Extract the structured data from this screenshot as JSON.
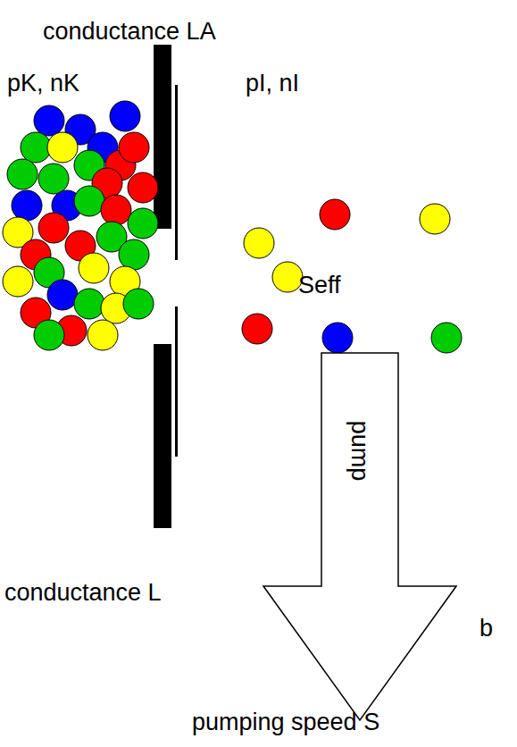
{
  "diagram": {
    "nodes": [
      {
        "text": [
          "pump"
        ]
      }
    ],
    "labels": [
      "conductance LA",
      "pK, nK",
      "pI, nI",
      "Seff",
      "conductance L",
      "pumping speed S",
      "b"
    ]
  }
}
